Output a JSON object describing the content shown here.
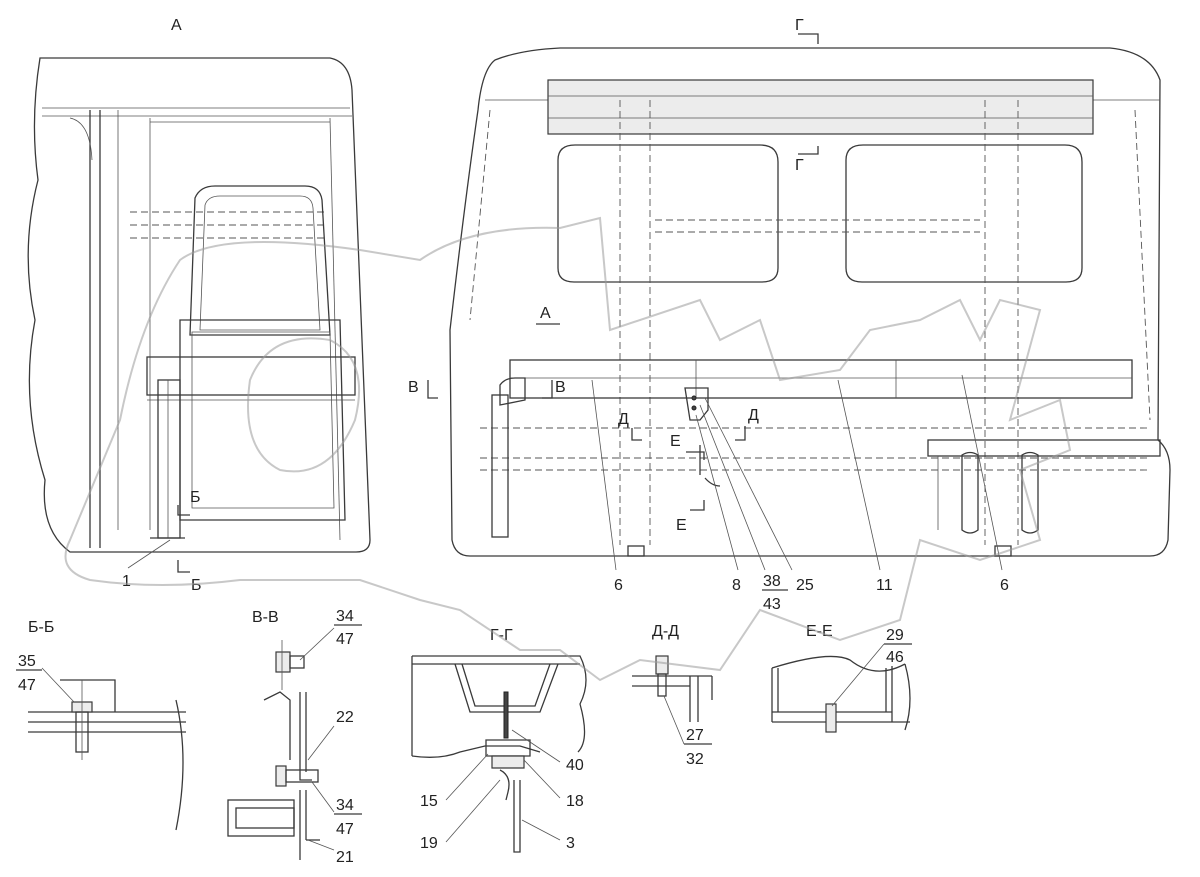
{
  "views": {
    "a_view": "А",
    "g_mark_top": "Г",
    "g_mark_mid": "Г",
    "a_mark": "А",
    "v_left": "В",
    "v_right": "В",
    "b_top": "Б",
    "b_bottom": "Б",
    "d_left": "Д",
    "d_right": "Д",
    "e_top": "Е",
    "e_bottom": "Е"
  },
  "sections": {
    "bb": "Б-Б",
    "vv": "В-В",
    "gg": "Г-Г",
    "dd": "Д-Д",
    "ee": "Е-Е"
  },
  "callouts": {
    "c1": "1",
    "c6a": "6",
    "c8": "8",
    "c38": "38",
    "c43": "43",
    "c25": "25",
    "c11": "11",
    "c6b": "6",
    "bb_35": "35",
    "bb_47": "47",
    "vv_34a": "34",
    "vv_47a": "47",
    "vv_22": "22",
    "vv_34b": "34",
    "vv_47b": "47",
    "vv_21": "21",
    "gg_40": "40",
    "gg_15": "15",
    "gg_18": "18",
    "gg_19": "19",
    "gg_3": "3",
    "dd_27": "27",
    "dd_32": "32",
    "ee_29": "29",
    "ee_46": "46"
  }
}
